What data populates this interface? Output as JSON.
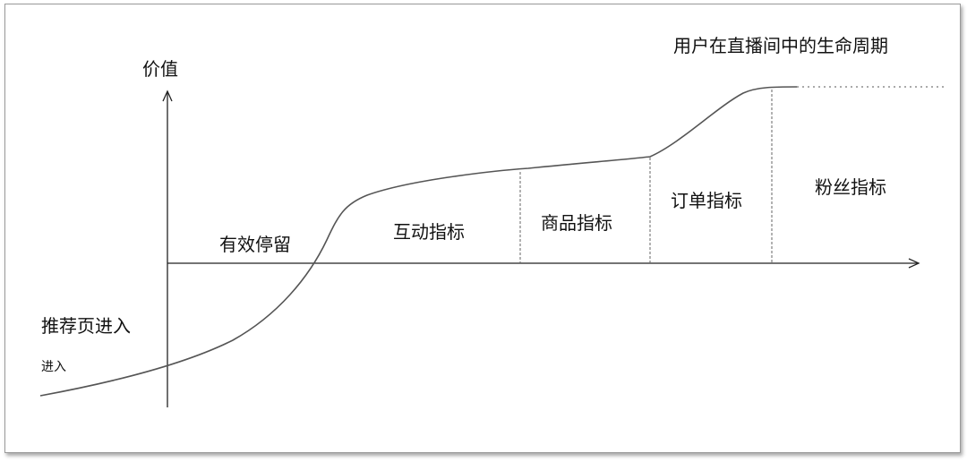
{
  "title": "用户在直播间中的生命周期",
  "y_axis_label": "价值",
  "entry_label": "推荐页进入",
  "entry_sub_label": "进入",
  "stages": [
    {
      "label": "有效停留"
    },
    {
      "label": "互动指标"
    },
    {
      "label": "商品指标"
    },
    {
      "label": "订单指标"
    },
    {
      "label": "粉丝指标"
    }
  ],
  "colors": {
    "line": "#555555",
    "axis": "#222222",
    "divider": "#666666"
  }
}
